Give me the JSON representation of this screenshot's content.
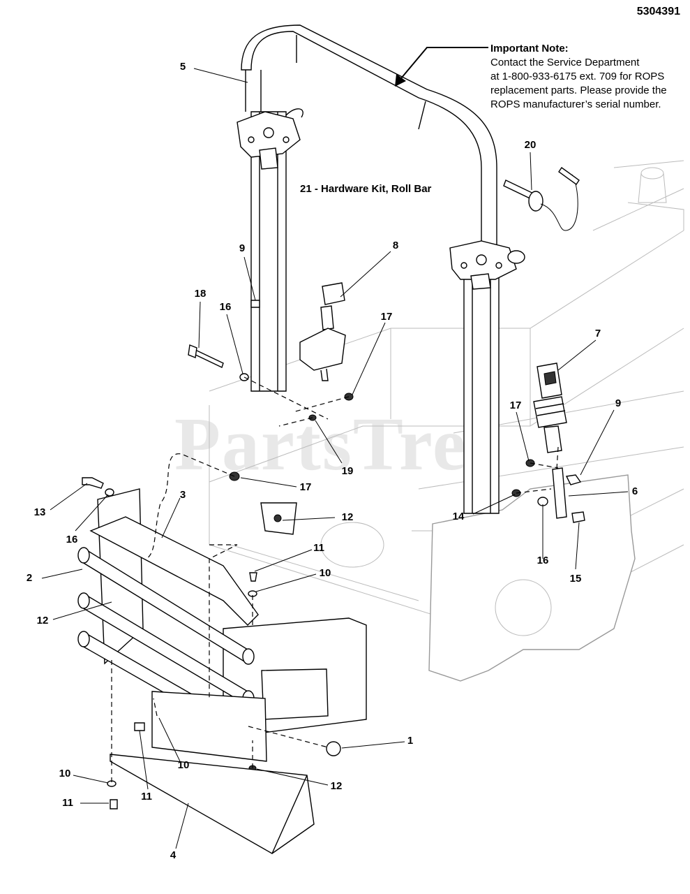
{
  "doc_number": "5304391",
  "note": {
    "title": "Important Note:",
    "lines": [
      "Contact the Service Department",
      "at 1-800-933-6175 ext. 709 for ROPS",
      "replacement parts.  Please provide the",
      "ROPS manufacturer’s serial number."
    ]
  },
  "kit_label": "21 - Hardware Kit, Roll Bar",
  "watermark": "PartsTree",
  "callouts": [
    "5",
    "20",
    "9",
    "8",
    "18",
    "16",
    "17",
    "7",
    "17",
    "9",
    "19",
    "17",
    "6",
    "13",
    "3",
    "16",
    "12",
    "14",
    "16",
    "15",
    "11",
    "10",
    "2",
    "12",
    "1",
    "10",
    "12",
    "10",
    "11",
    "11",
    "4"
  ]
}
